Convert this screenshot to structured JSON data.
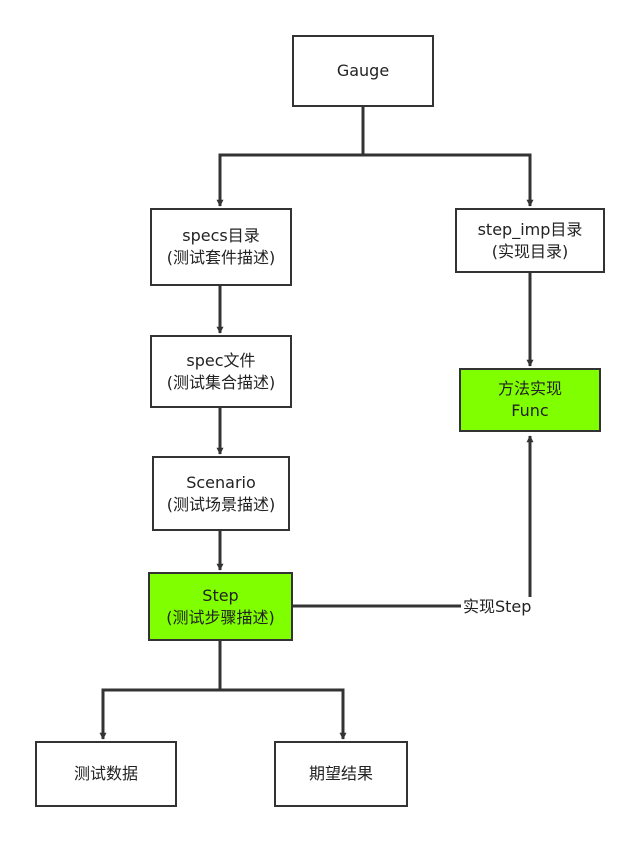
{
  "nodes": {
    "gauge": "Gauge",
    "specs": "specs目录\n(测试套件描述)",
    "step_imp": "step_imp目录\n(实现目录)",
    "spec_file": "spec文件\n(测试集合描述)",
    "func": "方法实现\nFunc",
    "scenario": "Scenario\n(测试场景描述)",
    "step": "Step\n(测试步骤描述)",
    "test_data": "测试数据",
    "expected": "期望结果"
  },
  "edges": {
    "implements_step": "实现Step"
  },
  "colors": {
    "highlight": "#7fff00",
    "stroke": "#333333"
  }
}
